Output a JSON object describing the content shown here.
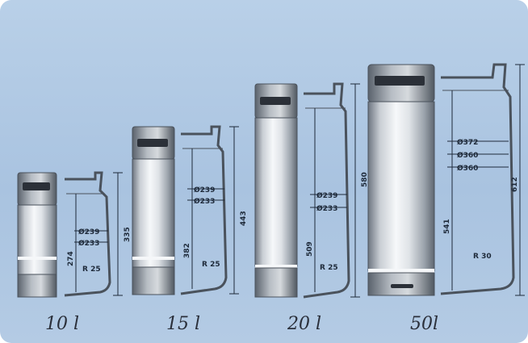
{
  "kegs": [
    {
      "id": "keg-10",
      "caption": "10 l",
      "labels": {
        "outer_diameter": "Ø239",
        "inner_diameter": "Ø233",
        "radius": "R 25",
        "inner_height": "274",
        "total_height": "335"
      }
    },
    {
      "id": "keg-15",
      "caption": "15 l",
      "labels": {
        "outer_diameter": "Ø239",
        "inner_diameter": "Ø233",
        "radius": "R 25",
        "inner_height": "382",
        "total_height": "443"
      }
    },
    {
      "id": "keg-20",
      "caption": "20 l",
      "labels": {
        "outer_diameter": "Ø239",
        "inner_diameter": "Ø233",
        "radius": "R 25",
        "inner_height": "509",
        "total_height": "580"
      }
    },
    {
      "id": "keg-50",
      "caption": "50l",
      "labels": {
        "outer_diameter": "Ø372",
        "mid_diameter": "Ø360",
        "inner_diameter": "Ø360",
        "radius": "R 30",
        "inner_height": "541",
        "total_height": "612"
      }
    }
  ],
  "colors": {
    "background": "#aec7e2",
    "metal_light": "#f4f6f8",
    "metal_dark": "#6d7580",
    "line": "#1e2a3a"
  }
}
